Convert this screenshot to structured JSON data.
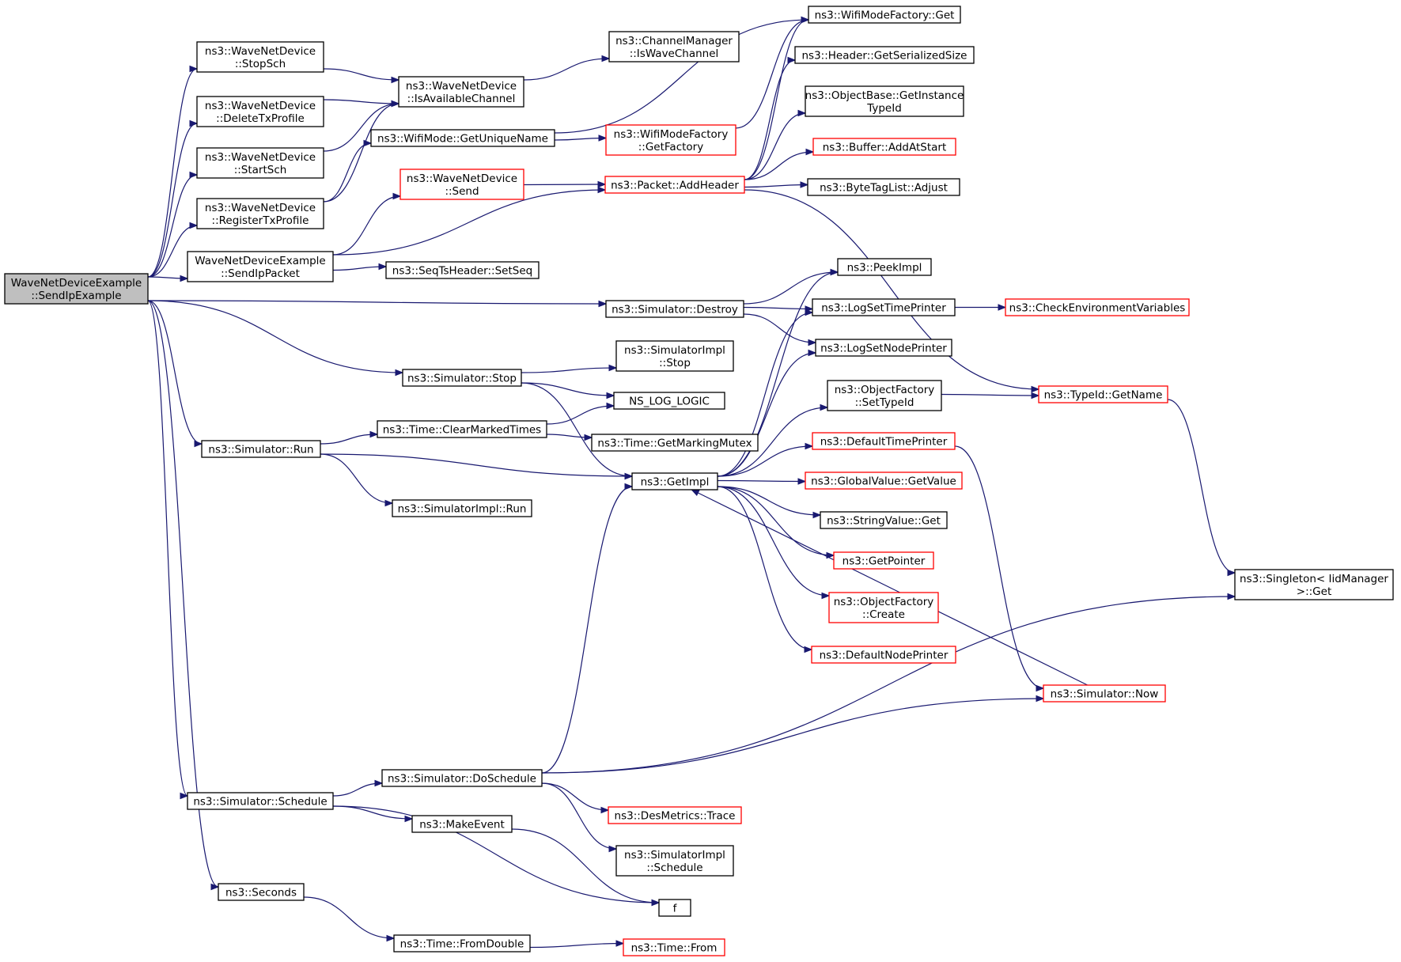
{
  "colors": {
    "edge": "#191970",
    "highlight_border": "#ff0000",
    "root_fill": "#bfbfbf"
  },
  "nodes": [
    {
      "id": "root",
      "lines": [
        "WaveNetDeviceExample",
        "::SendIpExample"
      ],
      "style": "root"
    },
    {
      "id": "stopSch",
      "lines": [
        "ns3::WaveNetDevice",
        "::StopSch"
      ]
    },
    {
      "id": "deleteTx",
      "lines": [
        "ns3::WaveNetDevice",
        "::DeleteTxProfile"
      ]
    },
    {
      "id": "startSch",
      "lines": [
        "ns3::WaveNetDevice",
        "::StartSch"
      ]
    },
    {
      "id": "registerTx",
      "lines": [
        "ns3::WaveNetDevice",
        "::RegisterTxProfile"
      ]
    },
    {
      "id": "sendIpPacket",
      "lines": [
        "WaveNetDeviceExample",
        "::SendIpPacket"
      ]
    },
    {
      "id": "simRun",
      "lines": [
        "ns3::Simulator::Run"
      ]
    },
    {
      "id": "simSchedule",
      "lines": [
        "ns3::Simulator::Schedule"
      ]
    },
    {
      "id": "seconds",
      "lines": [
        "ns3::Seconds"
      ]
    },
    {
      "id": "isAvail",
      "lines": [
        "ns3::WaveNetDevice",
        "::IsAvailableChannel"
      ]
    },
    {
      "id": "wifiGUN",
      "lines": [
        "ns3::WifiMode::GetUniqueName"
      ]
    },
    {
      "id": "waveSend",
      "lines": [
        "ns3::WaveNetDevice",
        "::Send"
      ],
      "style": "red"
    },
    {
      "id": "seqSetSeq",
      "lines": [
        "ns3::SeqTsHeader::SetSeq"
      ]
    },
    {
      "id": "simStop",
      "lines": [
        "ns3::Simulator::Stop"
      ]
    },
    {
      "id": "timeCMT",
      "lines": [
        "ns3::Time::ClearMarkedTimes"
      ]
    },
    {
      "id": "simImplRun",
      "lines": [
        "ns3::SimulatorImpl::Run"
      ]
    },
    {
      "id": "simDoSchedule",
      "lines": [
        "ns3::Simulator::DoSchedule"
      ]
    },
    {
      "id": "makeEvent",
      "lines": [
        "ns3::MakeEvent"
      ]
    },
    {
      "id": "timeFromDouble",
      "lines": [
        "ns3::Time::FromDouble"
      ]
    },
    {
      "id": "chanMgr",
      "lines": [
        "ns3::ChannelManager",
        "::IsWaveChannel"
      ]
    },
    {
      "id": "wmfGetFactory",
      "lines": [
        "ns3::WifiModeFactory",
        "::GetFactory"
      ],
      "style": "red"
    },
    {
      "id": "pktAddHeader",
      "lines": [
        "ns3::Packet::AddHeader"
      ],
      "style": "red"
    },
    {
      "id": "simDestroy",
      "lines": [
        "ns3::Simulator::Destroy"
      ]
    },
    {
      "id": "simImplStop",
      "lines": [
        "ns3::SimulatorImpl",
        "::Stop"
      ]
    },
    {
      "id": "nsLogLogic",
      "lines": [
        "NS_LOG_LOGIC"
      ]
    },
    {
      "id": "timeGMM",
      "lines": [
        "ns3::Time::GetMarkingMutex"
      ]
    },
    {
      "id": "getImpl",
      "lines": [
        "ns3::GetImpl"
      ]
    },
    {
      "id": "desTrace",
      "lines": [
        "ns3::DesMetrics::Trace"
      ],
      "style": "red"
    },
    {
      "id": "simImplSched",
      "lines": [
        "ns3::SimulatorImpl",
        "::Schedule"
      ]
    },
    {
      "id": "fNode",
      "lines": [
        "f"
      ]
    },
    {
      "id": "timeFrom",
      "lines": [
        "ns3::Time::From"
      ],
      "style": "red"
    },
    {
      "id": "wmfGet",
      "lines": [
        "ns3::WifiModeFactory::Get"
      ]
    },
    {
      "id": "hdrGSS",
      "lines": [
        "ns3::Header::GetSerializedSize"
      ]
    },
    {
      "id": "objBaseGIT",
      "lines": [
        "ns3::ObjectBase::GetInstance",
        "TypeId"
      ]
    },
    {
      "id": "bufAddAtStart",
      "lines": [
        "ns3::Buffer::AddAtStart"
      ],
      "style": "red"
    },
    {
      "id": "btlAdjust",
      "lines": [
        "ns3::ByteTagList::Adjust"
      ]
    },
    {
      "id": "peekImpl",
      "lines": [
        "ns3::PeekImpl"
      ]
    },
    {
      "id": "logSTP",
      "lines": [
        "ns3::LogSetTimePrinter"
      ]
    },
    {
      "id": "logSNP",
      "lines": [
        "ns3::LogSetNodePrinter"
      ]
    },
    {
      "id": "ofSetTypeId",
      "lines": [
        "ns3::ObjectFactory",
        "::SetTypeId"
      ]
    },
    {
      "id": "defTimePrinter",
      "lines": [
        "ns3::DefaultTimePrinter"
      ],
      "style": "red"
    },
    {
      "id": "gvGetValue",
      "lines": [
        "ns3::GlobalValue::GetValue"
      ],
      "style": "red"
    },
    {
      "id": "svGet",
      "lines": [
        "ns3::StringValue::Get"
      ]
    },
    {
      "id": "getPointer",
      "lines": [
        "ns3::GetPointer"
      ],
      "style": "red"
    },
    {
      "id": "ofCreate",
      "lines": [
        "ns3::ObjectFactory",
        "::Create"
      ],
      "style": "red"
    },
    {
      "id": "defNodePrinter",
      "lines": [
        "ns3::DefaultNodePrinter"
      ],
      "style": "red"
    },
    {
      "id": "simNow",
      "lines": [
        "ns3::Simulator::Now"
      ],
      "style": "red"
    },
    {
      "id": "checkEnv",
      "lines": [
        "ns3::CheckEnvironmentVariables"
      ],
      "style": "red"
    },
    {
      "id": "typeIdGetName",
      "lines": [
        "ns3::TypeId::GetName"
      ],
      "style": "red"
    },
    {
      "id": "singletonGet",
      "lines": [
        "ns3::Singleton< IidManager",
        " >::Get"
      ]
    }
  ],
  "edges": [
    [
      "root",
      "stopSch"
    ],
    [
      "root",
      "deleteTx"
    ],
    [
      "root",
      "startSch"
    ],
    [
      "root",
      "registerTx"
    ],
    [
      "root",
      "sendIpPacket"
    ],
    [
      "root",
      "simDestroy"
    ],
    [
      "root",
      "simStop"
    ],
    [
      "root",
      "simRun"
    ],
    [
      "root",
      "simSchedule"
    ],
    [
      "root",
      "seconds"
    ],
    [
      "stopSch",
      "isAvail"
    ],
    [
      "deleteTx",
      "isAvail"
    ],
    [
      "startSch",
      "isAvail"
    ],
    [
      "registerTx",
      "isAvail"
    ],
    [
      "registerTx",
      "wifiGUN"
    ],
    [
      "isAvail",
      "chanMgr"
    ],
    [
      "wifiGUN",
      "wmfGet"
    ],
    [
      "wifiGUN",
      "wmfGetFactory"
    ],
    [
      "wmfGetFactory",
      "wmfGet"
    ],
    [
      "sendIpPacket",
      "waveSend"
    ],
    [
      "sendIpPacket",
      "pktAddHeader"
    ],
    [
      "sendIpPacket",
      "seqSetSeq"
    ],
    [
      "waveSend",
      "pktAddHeader"
    ],
    [
      "pktAddHeader",
      "wmfGet"
    ],
    [
      "pktAddHeader",
      "hdrGSS"
    ],
    [
      "pktAddHeader",
      "objBaseGIT"
    ],
    [
      "pktAddHeader",
      "bufAddAtStart"
    ],
    [
      "pktAddHeader",
      "btlAdjust"
    ],
    [
      "pktAddHeader",
      "typeIdGetName"
    ],
    [
      "simDestroy",
      "peekImpl"
    ],
    [
      "simDestroy",
      "logSTP"
    ],
    [
      "simDestroy",
      "logSNP"
    ],
    [
      "simStop",
      "simImplStop"
    ],
    [
      "simStop",
      "nsLogLogic"
    ],
    [
      "simStop",
      "getImpl"
    ],
    [
      "simRun",
      "timeCMT"
    ],
    [
      "simRun",
      "getImpl"
    ],
    [
      "simRun",
      "simImplRun"
    ],
    [
      "timeCMT",
      "nsLogLogic"
    ],
    [
      "timeCMT",
      "timeGMM"
    ],
    [
      "getImpl",
      "peekImpl"
    ],
    [
      "getImpl",
      "logSTP"
    ],
    [
      "getImpl",
      "logSNP"
    ],
    [
      "getImpl",
      "ofSetTypeId"
    ],
    [
      "getImpl",
      "defTimePrinter"
    ],
    [
      "getImpl",
      "gvGetValue"
    ],
    [
      "getImpl",
      "svGet"
    ],
    [
      "getImpl",
      "getPointer"
    ],
    [
      "getImpl",
      "ofCreate"
    ],
    [
      "getImpl",
      "defNodePrinter"
    ],
    [
      "logSTP",
      "checkEnv"
    ],
    [
      "ofSetTypeId",
      "typeIdGetName"
    ],
    [
      "typeIdGetName",
      "singletonGet"
    ],
    [
      "defTimePrinter",
      "simNow"
    ],
    [
      "simNow",
      "getImpl"
    ],
    [
      "simSchedule",
      "simDoSchedule"
    ],
    [
      "simSchedule",
      "makeEvent"
    ],
    [
      "simSchedule",
      "fNode"
    ],
    [
      "simDoSchedule",
      "getImpl"
    ],
    [
      "simDoSchedule",
      "simNow"
    ],
    [
      "simDoSchedule",
      "singletonGet"
    ],
    [
      "simDoSchedule",
      "desTrace"
    ],
    [
      "simDoSchedule",
      "simImplSched"
    ],
    [
      "makeEvent",
      "fNode"
    ],
    [
      "seconds",
      "timeFromDouble"
    ],
    [
      "timeFromDouble",
      "timeFrom"
    ]
  ]
}
